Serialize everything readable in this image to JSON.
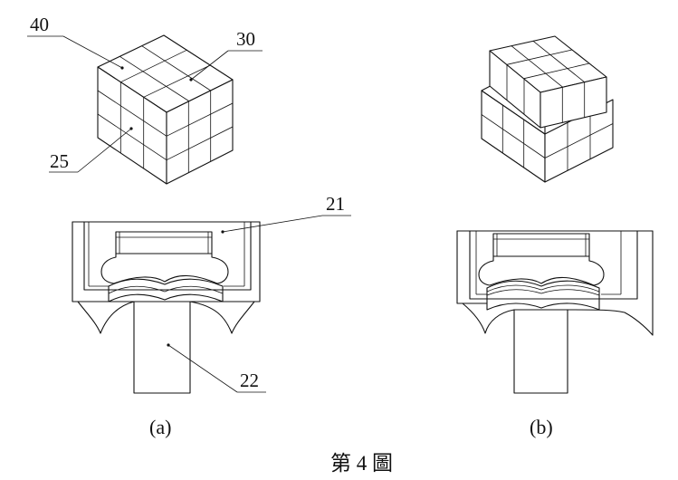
{
  "figure": {
    "caption": "第 4 圖",
    "subfigures": [
      {
        "id": "a",
        "label": "(a)"
      },
      {
        "id": "b",
        "label": "(b)"
      }
    ],
    "reference_numerals": {
      "n40": "40",
      "n30": "30",
      "n25": "25",
      "n21": "21",
      "n22": "22"
    }
  }
}
